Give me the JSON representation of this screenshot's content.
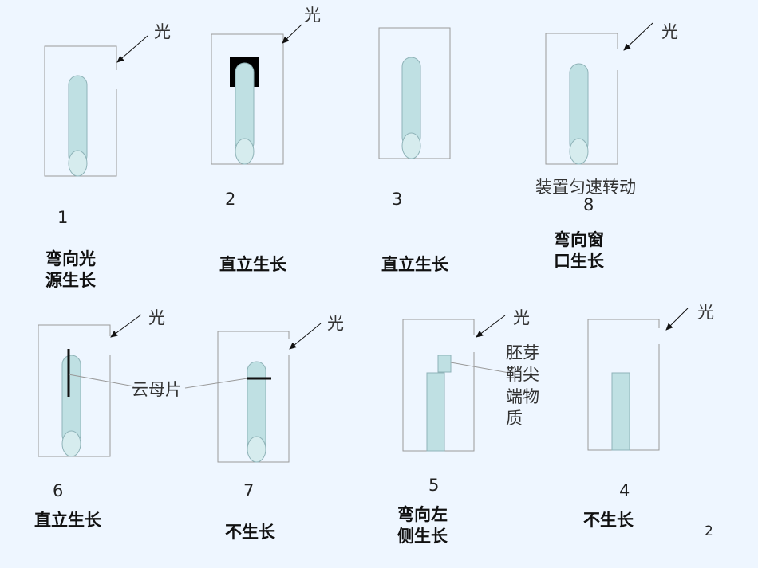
{
  "light_label": "光",
  "experiments": [
    {
      "number": "1",
      "result": "弯向光\n源生长"
    },
    {
      "number": "2",
      "result": "直立生长"
    },
    {
      "number": "3",
      "result": "直立生长"
    },
    {
      "number": "8",
      "result": "弯向窗\n口生长",
      "note": "装置匀速转动"
    },
    {
      "number": "6",
      "result": "直立生长"
    },
    {
      "number": "7",
      "result": "不生长"
    },
    {
      "number": "5",
      "result": "弯向左\n侧生长",
      "note": "胚芽\n鞘尖\n端物\n质"
    },
    {
      "number": "4",
      "result": "不生长"
    }
  ],
  "mica_label": "云母片",
  "page_number": "2",
  "colors": {
    "background": "#eef6ff",
    "coleoptile_fill": "#bfe0e3",
    "coleoptile_stroke": "#8fb3b8",
    "box_stroke": "#9a9a9a",
    "cap_fill": "#000000"
  }
}
